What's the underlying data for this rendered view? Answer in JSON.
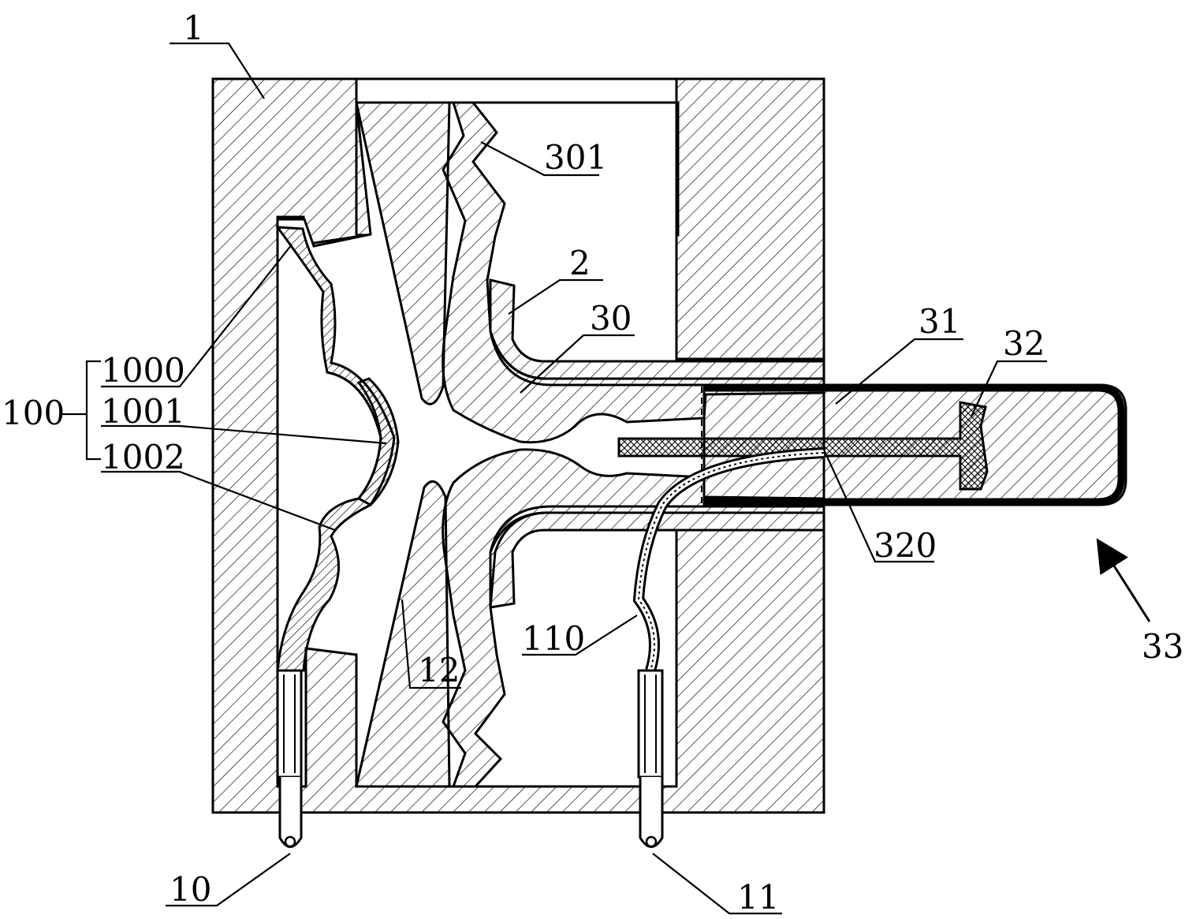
{
  "labels": {
    "housing": "1",
    "inner_part": "2",
    "electrode_part": "30",
    "part_301": "301",
    "part_31": "31",
    "part_32": "32",
    "part_320": "320",
    "arrow_33": "33",
    "group_100": "100",
    "layer_1000": "1000",
    "layer_1001": "1001",
    "layer_1002": "1002",
    "pin_10": "10",
    "pin_11": "11",
    "part_12": "12",
    "wire_110": "110"
  },
  "colors": {
    "line": "#000000",
    "background": "#ffffff"
  }
}
